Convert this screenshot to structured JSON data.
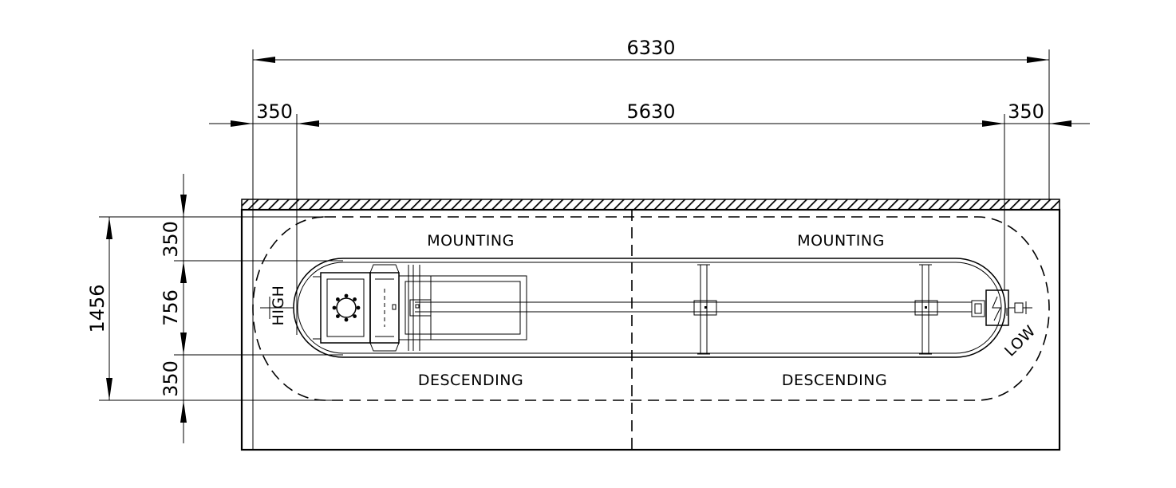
{
  "dimensions": {
    "total_length": "6330",
    "left_offset": "350",
    "track_length": "5630",
    "right_offset": "350",
    "total_width": "1456",
    "band_top": "350",
    "band_middle": "756",
    "band_bottom": "350"
  },
  "zones": {
    "mounting": "MOUNTING",
    "descending": "DESCENDING",
    "high": "HIGH",
    "low": "LOW"
  },
  "colors": {
    "line": "#000000",
    "background": "#ffffff"
  }
}
